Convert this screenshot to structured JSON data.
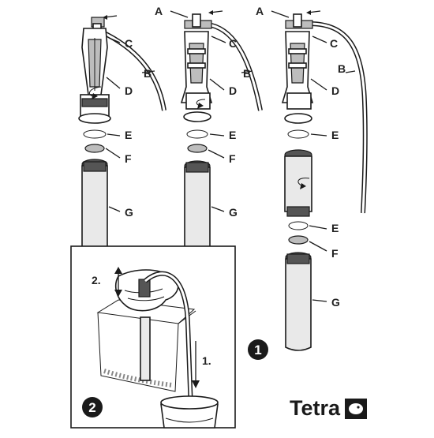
{
  "labels": {
    "A": "A",
    "B": "B",
    "C": "C",
    "D": "D",
    "E": "E",
    "F": "F",
    "G": "G"
  },
  "steps": {
    "step1": "1.",
    "step2": "2.",
    "badge1": "1",
    "badge2": "2"
  },
  "brand": "Tetra",
  "colors": {
    "ink": "#1a1a1a",
    "shade": "#bdbdbd",
    "tube": "#e9e9e9"
  }
}
